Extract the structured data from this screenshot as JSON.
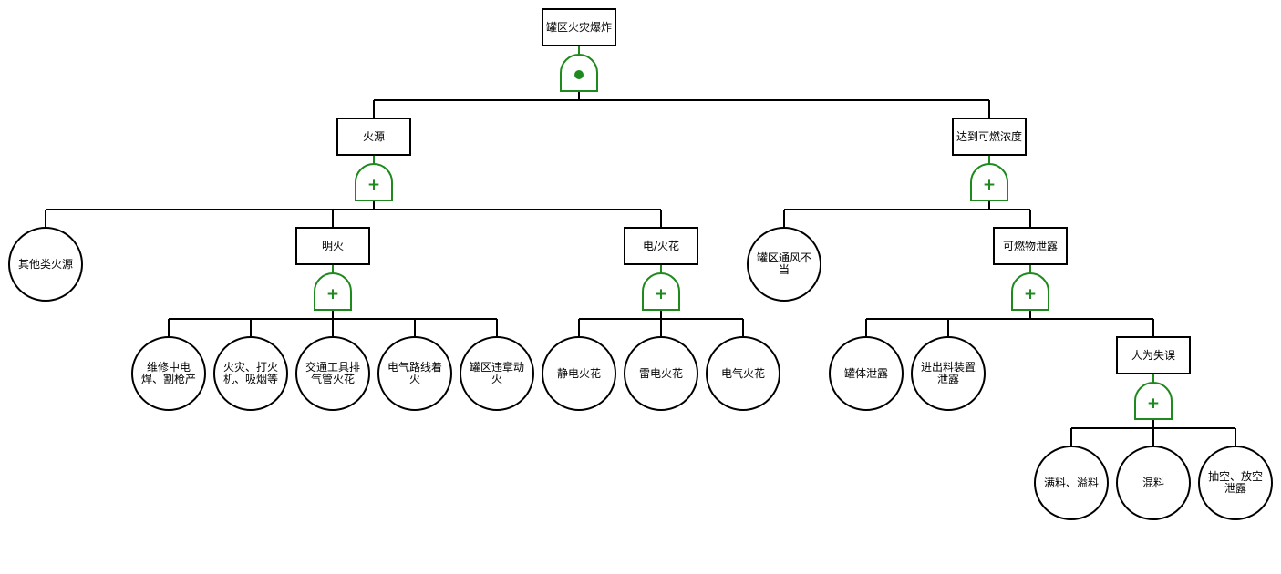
{
  "diagram": {
    "type": "fault-tree",
    "colors": {
      "gate": "#1e8a1e",
      "line": "#000000",
      "fill": "#ffffff"
    },
    "nodes": {
      "top": {
        "label": "罐区火灾爆炸",
        "shape": "box",
        "gate": "and"
      },
      "ignition": {
        "label": "火源",
        "shape": "box",
        "gate": "or"
      },
      "concentration": {
        "label": "达到可燃浓度",
        "shape": "box",
        "gate": "or"
      },
      "other_ignition": {
        "label": "其他类火源",
        "shape": "circle"
      },
      "open_flame": {
        "label": "明火",
        "shape": "box",
        "gate": "or"
      },
      "electric_spark": {
        "label": "电/火花",
        "shape": "box",
        "gate": "or"
      },
      "poor_ventilation": {
        "label": "罐区通风不当",
        "shape": "circle"
      },
      "flammable_leak": {
        "label": "可燃物泄露",
        "shape": "box",
        "gate": "or"
      },
      "welding": {
        "label": "维修中电焊、割枪产",
        "shape": "circle"
      },
      "smoking": {
        "label": "火灾、打火机、吸烟等",
        "shape": "circle"
      },
      "exhaust": {
        "label": "交通工具排气管火花",
        "shape": "circle"
      },
      "wiring": {
        "label": "电气路线着火",
        "shape": "circle"
      },
      "illegal_hotwork": {
        "label": "罐区违章动火",
        "shape": "circle"
      },
      "static_spark": {
        "label": "静电火花",
        "shape": "circle"
      },
      "lightning_spark": {
        "label": "雷电火花",
        "shape": "circle"
      },
      "electrical_spark": {
        "label": "电气火花",
        "shape": "circle"
      },
      "tank_leak": {
        "label": "罐体泄露",
        "shape": "circle"
      },
      "loading_leak": {
        "label": "进出料装置泄露",
        "shape": "circle"
      },
      "human_error": {
        "label": "人为失误",
        "shape": "box",
        "gate": "or"
      },
      "overflow": {
        "label": "满料、溢料",
        "shape": "circle"
      },
      "mixing": {
        "label": "混料",
        "shape": "circle"
      },
      "pumping": {
        "label": "抽空、放空泄露",
        "shape": "circle"
      }
    },
    "edges": [
      [
        "top",
        "ignition"
      ],
      [
        "top",
        "concentration"
      ],
      [
        "ignition",
        "other_ignition"
      ],
      [
        "ignition",
        "open_flame"
      ],
      [
        "ignition",
        "electric_spark"
      ],
      [
        "concentration",
        "poor_ventilation"
      ],
      [
        "concentration",
        "flammable_leak"
      ],
      [
        "open_flame",
        "welding"
      ],
      [
        "open_flame",
        "smoking"
      ],
      [
        "open_flame",
        "exhaust"
      ],
      [
        "open_flame",
        "wiring"
      ],
      [
        "open_flame",
        "illegal_hotwork"
      ],
      [
        "electric_spark",
        "static_spark"
      ],
      [
        "electric_spark",
        "lightning_spark"
      ],
      [
        "electric_spark",
        "electrical_spark"
      ],
      [
        "flammable_leak",
        "tank_leak"
      ],
      [
        "flammable_leak",
        "loading_leak"
      ],
      [
        "flammable_leak",
        "human_error"
      ],
      [
        "human_error",
        "overflow"
      ],
      [
        "human_error",
        "mixing"
      ],
      [
        "human_error",
        "pumping"
      ]
    ]
  }
}
